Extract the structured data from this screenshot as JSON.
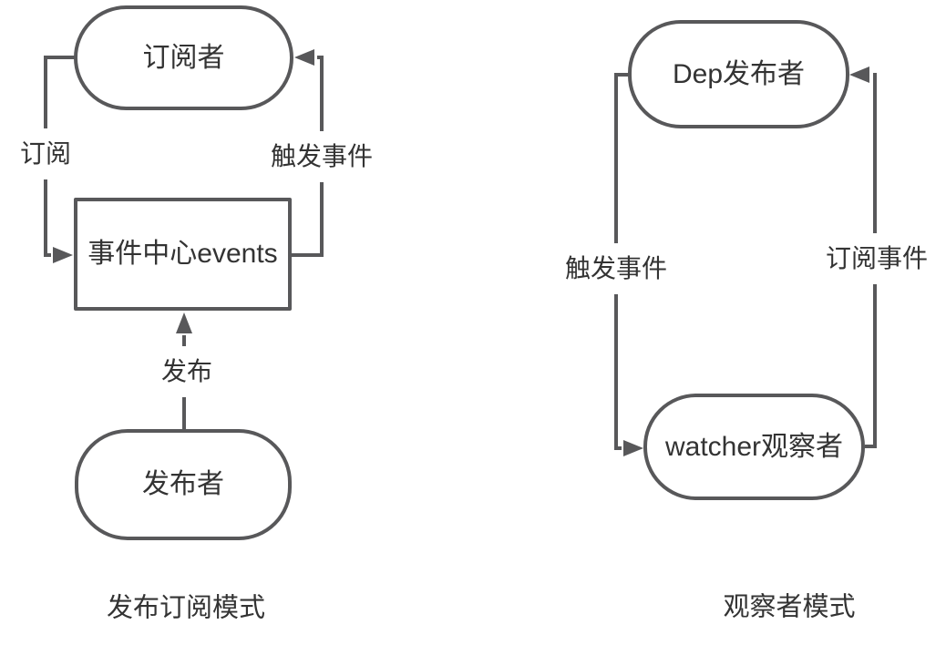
{
  "canvas": {
    "background_color": "#ffffff",
    "stroke_color": "#58585a",
    "text_color": "#333333"
  },
  "diagrams": [
    {
      "name": "publish-subscribe",
      "caption": "发布订阅模式",
      "nodes": [
        {
          "id": "subscriber",
          "shape": "pill",
          "label": "订阅者"
        },
        {
          "id": "event-center",
          "shape": "rect",
          "label": "事件中心events"
        },
        {
          "id": "publisher",
          "shape": "pill",
          "label": "发布者"
        }
      ],
      "edges": [
        {
          "label": "订阅",
          "from": "subscriber",
          "to": "event-center"
        },
        {
          "label": "触发事件",
          "from": "event-center",
          "to": "subscriber"
        },
        {
          "label": "发布",
          "from": "publisher",
          "to": "event-center"
        }
      ]
    },
    {
      "name": "observer",
      "caption": "观察者模式",
      "nodes": [
        {
          "id": "dep-publisher",
          "shape": "pill",
          "label": "Dep发布者"
        },
        {
          "id": "watcher-observer",
          "shape": "pill",
          "label": "watcher观察者"
        }
      ],
      "edges": [
        {
          "label": "触发事件",
          "from": "dep-publisher",
          "to": "watcher-observer"
        },
        {
          "label": "订阅事件",
          "from": "watcher-observer",
          "to": "dep-publisher"
        }
      ]
    }
  ]
}
